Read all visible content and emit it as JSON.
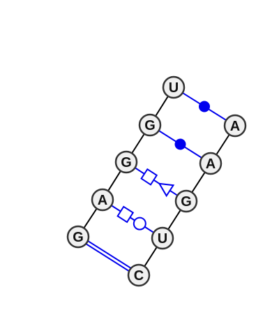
{
  "colors": {
    "pair_line": "#0000ee",
    "backbone": "#000000",
    "node_fill": "#f0f0f0",
    "node_stroke": "#333333"
  },
  "nucleotides": [
    {
      "id": "n1",
      "label": "G"
    },
    {
      "id": "n2",
      "label": "A"
    },
    {
      "id": "n3",
      "label": "G"
    },
    {
      "id": "n4",
      "label": "G"
    },
    {
      "id": "n5",
      "label": "U"
    },
    {
      "id": "n6",
      "label": "A"
    },
    {
      "id": "n7",
      "label": "A"
    },
    {
      "id": "n8",
      "label": "G"
    },
    {
      "id": "n9",
      "label": "U"
    },
    {
      "id": "n10",
      "label": "C"
    }
  ],
  "strands": [
    [
      "n1",
      "n2",
      "n3",
      "n4",
      "n5"
    ],
    [
      "n6",
      "n7",
      "n8",
      "n9",
      "n10"
    ]
  ],
  "pairs": [
    {
      "from": "n5",
      "to": "n6",
      "symbol": "filled-circle"
    },
    {
      "from": "n4",
      "to": "n7",
      "symbol": "filled-circle"
    },
    {
      "from": "n3",
      "to": "n8",
      "symbol": "square-triangle"
    },
    {
      "from": "n2",
      "to": "n9",
      "symbol": "square-circle"
    },
    {
      "from": "n1",
      "to": "n10",
      "symbol": "double-line"
    }
  ]
}
